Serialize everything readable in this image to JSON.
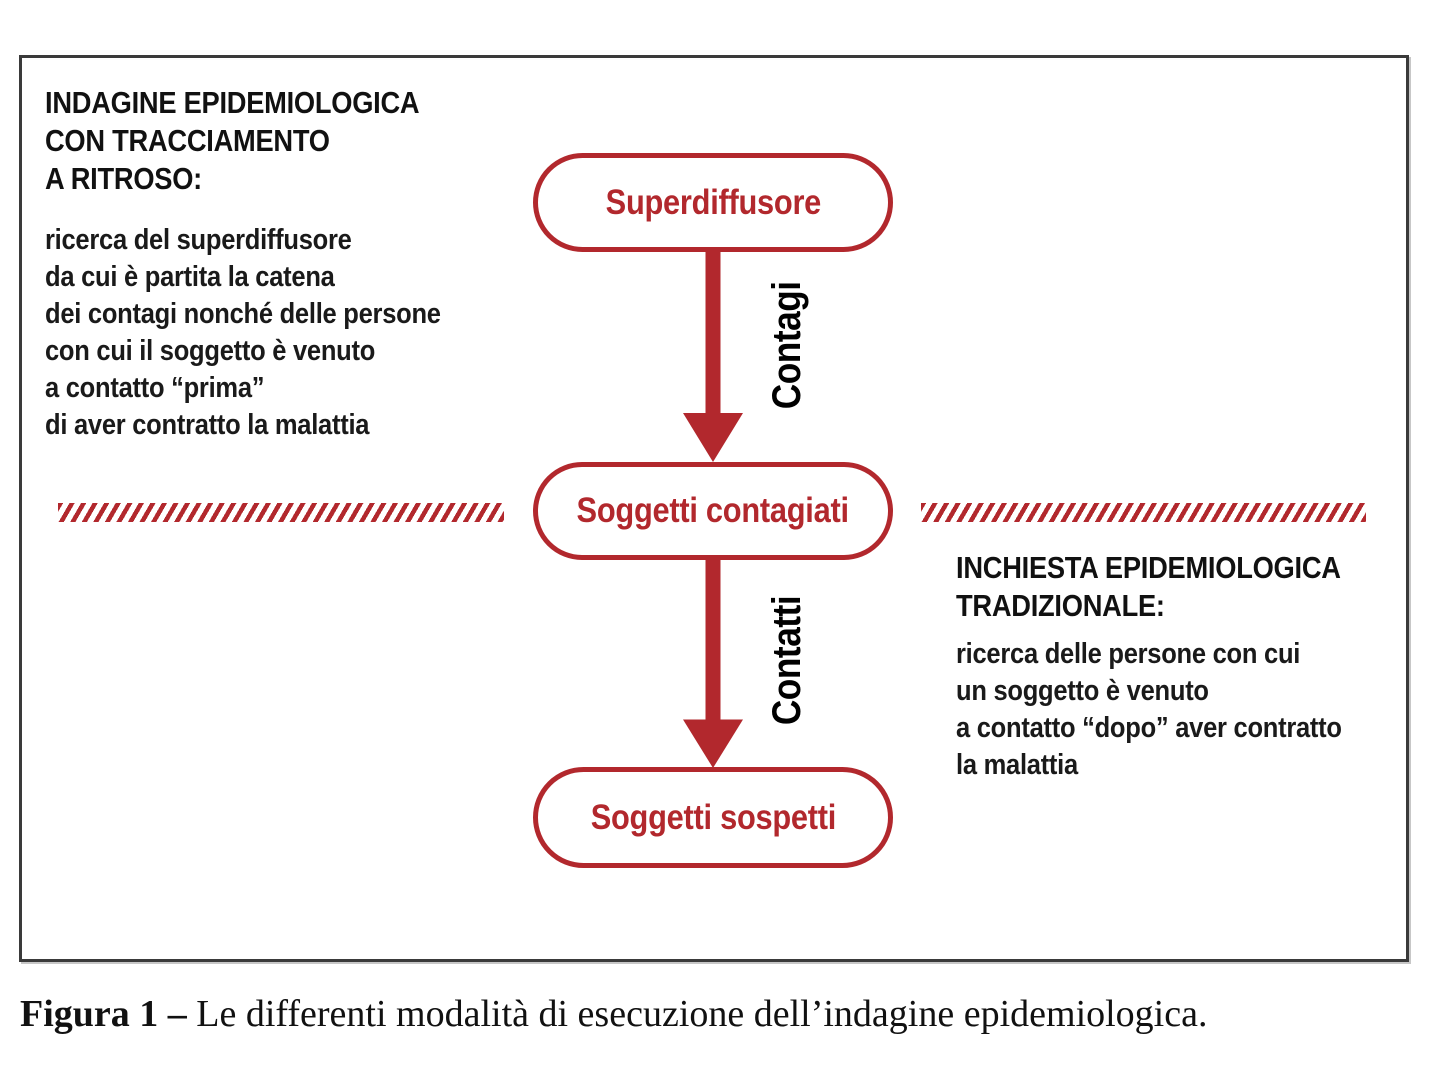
{
  "left_panel": {
    "heading": "INDAGINE EPIDEMIOLOGICA\nCON TRACCIAMENTO\nA RITROSO:",
    "body": "ricerca del superdiffusore\nda cui è partita la catena\ndei contagi nonché delle persone\ncon cui il soggetto è venuto\na contatto “prima”\ndi aver contratto la malattia"
  },
  "right_panel": {
    "heading": "INCHIESTA EPIDEMIOLOGICA\nTRADIZIONALE:",
    "body": "ricerca delle persone con cui\nun soggetto è venuto\na contatto “dopo” aver contratto\nla malattia"
  },
  "nodes": [
    {
      "label": "Superdiffusore"
    },
    {
      "label": "Soggetti contagiati"
    },
    {
      "label": "Soggetti sospetti"
    }
  ],
  "edges": [
    {
      "label": "Contagi",
      "from": "Superdiffusore",
      "to": "Soggetti contagiati"
    },
    {
      "label": "Contatti",
      "from": "Soggetti contagiati",
      "to": "Soggetti sospetti"
    }
  ],
  "caption": {
    "prefix": "Figura 1 –",
    "text": " Le differenti modalità di esecuzione dell’indagine epidemiologica."
  },
  "colors": {
    "accent_red": "#b2282d",
    "text_black": "#111111",
    "frame_border": "#3a3a3a"
  }
}
